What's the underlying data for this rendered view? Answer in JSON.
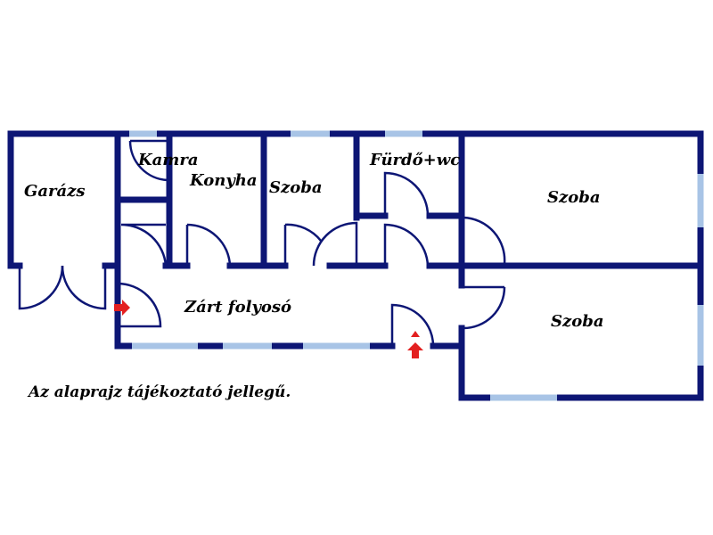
{
  "colors": {
    "wall": "#0d1675",
    "window": "#a8c4e6",
    "arrow": "#e32020",
    "background": "#ffffff"
  },
  "rooms": {
    "garazs": "Garázs",
    "kamra": "Kamra",
    "konyha": "Konyha",
    "szoba_small": "Szoba",
    "furdo": "Fürdő+wc",
    "szoba_top_right": "Szoba",
    "folyoso": "Zárt folyosó",
    "szoba_bottom_right": "Szoba"
  },
  "note": "Az alaprajz tájékoztató jellegű.",
  "icons": {
    "entrance_arrow_right": "arrow-right-icon",
    "entrance_arrow_up": "arrow-up-icon"
  }
}
